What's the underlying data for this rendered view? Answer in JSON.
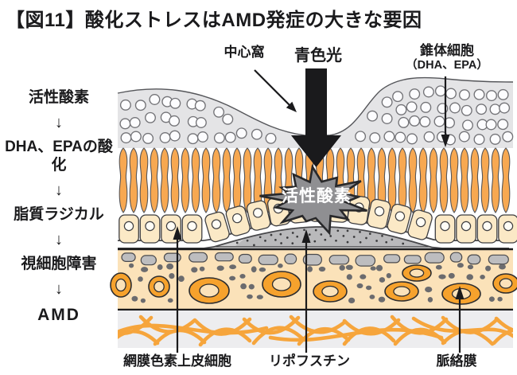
{
  "title": "【図11】酸化ストレスはAMD発症の大きな要因",
  "cascade": {
    "arrow": "↓",
    "steps": [
      "活性酸素",
      "DHA、EPAの酸化",
      "脂質ラジカル",
      "視細胞障害",
      "AMD"
    ]
  },
  "top_labels": {
    "fovea": "中心窩",
    "blue_light": "青色光",
    "cone_line1": "錐体細胞",
    "cone_line2": "（DHA、EPA）"
  },
  "burst_label": "活性酸素",
  "bottom_labels": {
    "rpe": "網膜色素上皮細胞",
    "lipofuscin": "リポフスチン",
    "choroid": "脈絡膜"
  },
  "colors": {
    "photoreceptor_orange": "#F7A851",
    "layer_gray": "#E4E4E6",
    "nuclei_white": "#FCFCFE",
    "rpe_cream": "#FBE9C6",
    "choroid_peach": "#FBE2B9",
    "vessel_orange": "#F6A22D",
    "burst_gray": "#8F8F92",
    "mound_gray": "#B9B9BB",
    "sclera_gray": "#EDEDEF",
    "fiber_orange": "#F6A53C",
    "arrow_black": "#1A1A1C"
  }
}
